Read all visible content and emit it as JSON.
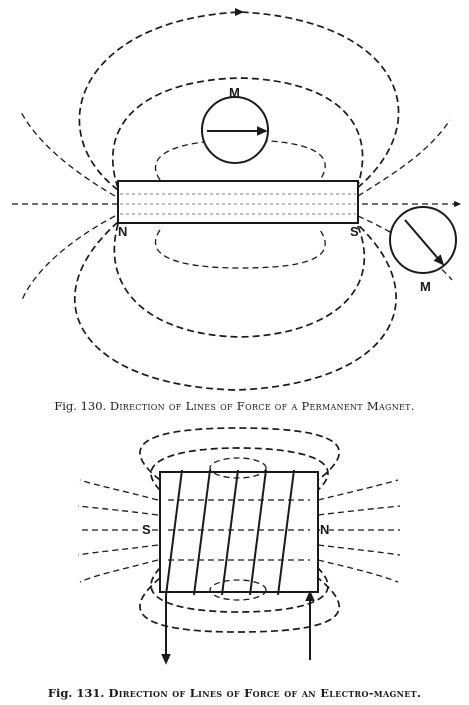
{
  "figure1": {
    "fig_label": "Fig. 130.",
    "caption": "Direction of Lines of Force of a Permanent Magnet.",
    "pole_left": "N",
    "pole_right": "S",
    "compass_top": "M",
    "compass_right": "M"
  },
  "figure2": {
    "fig_label": "Fig. 131.",
    "caption": "Direction of Lines of Force of an Electro-magnet.",
    "pole_left": "S",
    "pole_right": "N"
  }
}
